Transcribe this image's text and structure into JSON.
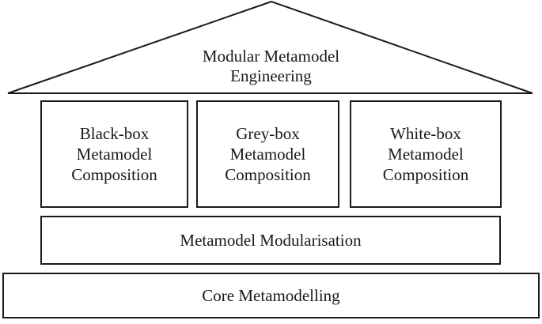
{
  "figure": {
    "background_color": "#ffffff",
    "line_color": "#1a1a1a",
    "text_color": "#1a1a1a"
  },
  "roof": {
    "line1": "Modular Metamodel",
    "line2": "Engineering"
  },
  "composition_boxes": [
    {
      "line1": "Black-box",
      "line2": "Metamodel",
      "line3": "Composition"
    },
    {
      "line1": "Grey-box",
      "line2": "Metamodel",
      "line3": "Composition"
    },
    {
      "line1": "White-box",
      "line2": "Metamodel",
      "line3": "Composition"
    }
  ],
  "modularisation": {
    "label": "Metamodel Modularisation"
  },
  "core": {
    "label": "Core Metamodelling"
  }
}
